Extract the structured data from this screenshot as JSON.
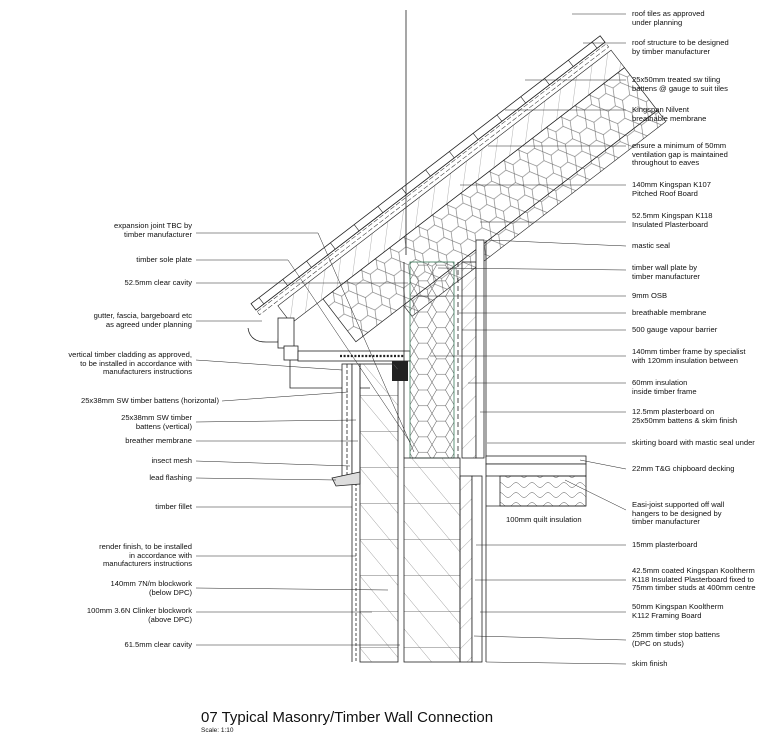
{
  "title": "07 Typical Masonry/Timber Wall Connection",
  "scale": "Scale: 1:10",
  "quilt_label": "100mm quilt insulation",
  "right_labels": [
    "roof tiles as approved\nunder planning",
    "roof structure to be designed\nby timber manufacturer",
    "25x50mm treated sw tiling\nbattens @ gauge to suit tiles",
    "Kingspan Nilvent\nbreathable membrane",
    "ensure  a minimum of 50mm\nventilation gap is maintained\nthroughout to eaves",
    "140mm Kingspan K107\nPitched Roof Board",
    "52.5mm Kingspan K118\nInsulated Plasterboard",
    "mastic seal",
    "timber wall plate by\ntimber manufacturer",
    "9mm OSB",
    "breathable membrane",
    "500 gauge vapour barrier",
    "140mm timber frame by specialist\nwith 120mm insulation between",
    "60mm insulation\ninside timber frame",
    "12.5mm plasterboard on\n25x50mm battens & skim finish",
    "skirting board with mastic seal under",
    "22mm T&G chipboard decking",
    "Easi-joist supported off wall\nhangers to be designed by\ntimber manufacturer",
    "15mm plasterboard",
    "42.5mm coated Kingspan Kooltherm\nK118 Insulated Plasterboard fixed to\n75mm timber studs at 400mm centre",
    "50mm Kingspan Kooltherm\nK112 Framing Board",
    "25mm timber stop battens\n(DPC on studs)",
    "skim finish"
  ],
  "left_labels": [
    "expansion joint TBC by\ntimber manufacturer",
    "timber sole plate",
    "52.5mm clear cavity",
    "gutter, fascia, bargeboard etc\nas agreed under planning",
    "vertical timber cladding as approved,\nto be installed in accordance with\nmanufacturers instructions",
    "25x38mm SW timber battens (horizontal)",
    "25x38mm SW timber\nbattens (vertical)",
    "breather membrane",
    "insect mesh",
    "lead flashing",
    "timber fillet",
    "render finish, to be installed\nin accordance with\nmanufacturers instructions",
    "140mm 7N/m blockwork\n(below DPC)",
    "100mm 3.6N Clinker blockwork\n(above DPC)",
    "61.5mm clear cavity"
  ]
}
